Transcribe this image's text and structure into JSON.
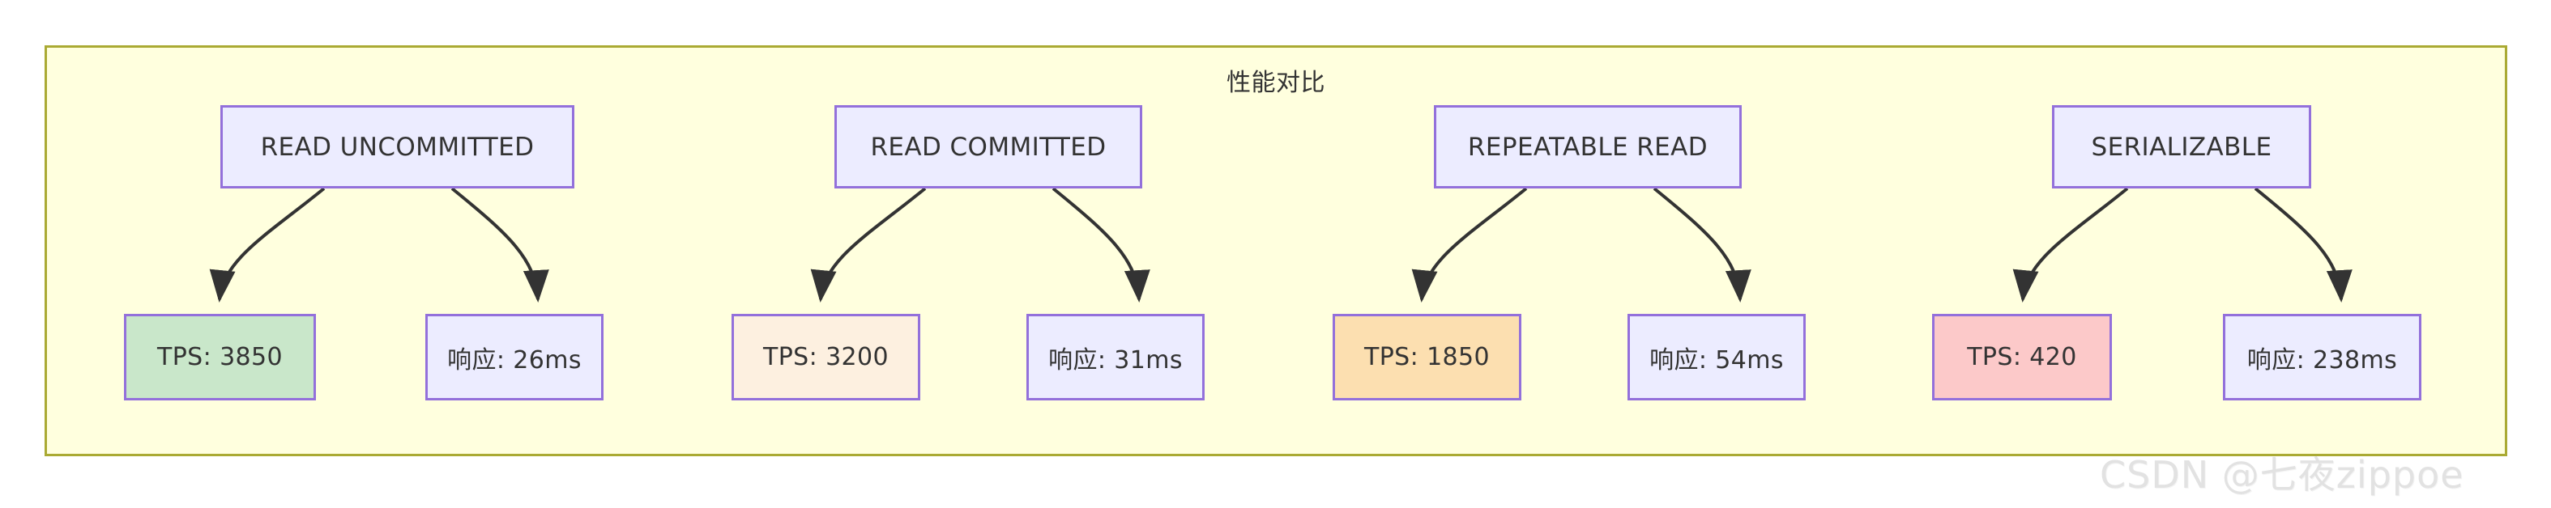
{
  "diagram": {
    "title": "性能对比",
    "container": {
      "fill": "#ffffde",
      "stroke": "#aaaa33"
    },
    "node_style": {
      "stroke": "#9370DB",
      "default_fill": "#ECECFF",
      "text_color": "#333333"
    },
    "edge_color": "#333333",
    "groups": [
      {
        "id": "read-uncommitted",
        "level_label": "READ UNCOMMITTED",
        "tps": {
          "label": "TPS: 3850",
          "value": 3850,
          "fill": "#c9e7ca"
        },
        "latency": {
          "label": "响应: 26ms",
          "value": 26,
          "unit": "ms",
          "fill": "#ECECFF"
        }
      },
      {
        "id": "read-committed",
        "level_label": "READ COMMITTED",
        "tps": {
          "label": "TPS: 3200",
          "value": 3200,
          "fill": "#fdf0e0"
        },
        "latency": {
          "label": "响应: 31ms",
          "value": 31,
          "unit": "ms",
          "fill": "#ECECFF"
        }
      },
      {
        "id": "repeatable-read",
        "level_label": "REPEATABLE READ",
        "tps": {
          "label": "TPS: 1850",
          "value": 1850,
          "fill": "#fcdfb0"
        },
        "latency": {
          "label": "响应: 54ms",
          "value": 54,
          "unit": "ms",
          "fill": "#ECECFF"
        }
      },
      {
        "id": "serializable",
        "level_label": "SERIALIZABLE",
        "tps": {
          "label": "TPS: 420",
          "value": 420,
          "fill": "#fcc9c9"
        },
        "latency": {
          "label": "响应: 238ms",
          "value": 238,
          "unit": "ms",
          "fill": "#ECECFF"
        }
      }
    ]
  },
  "watermark": {
    "text": "CSDN @七夜zippoe"
  }
}
